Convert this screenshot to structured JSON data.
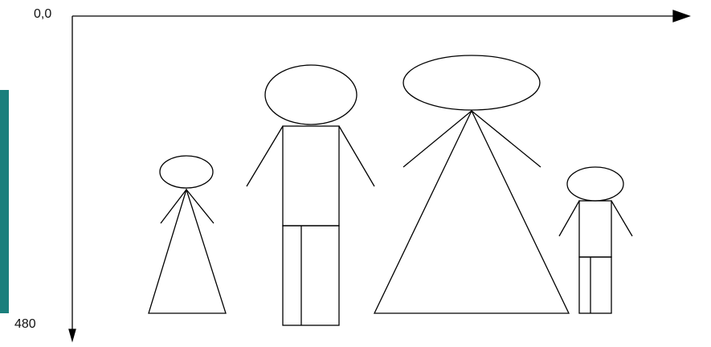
{
  "axis_labels": {
    "origin": "0,0",
    "bottom": "480"
  },
  "colors": {
    "accent_bar": "#1a7f7c",
    "stroke": "#000000"
  },
  "figures": [
    {
      "name": "small-figure-dress"
    },
    {
      "name": "tall-figure-trousers"
    },
    {
      "name": "large-figure-dress"
    },
    {
      "name": "small-figure-trousers"
    }
  ]
}
